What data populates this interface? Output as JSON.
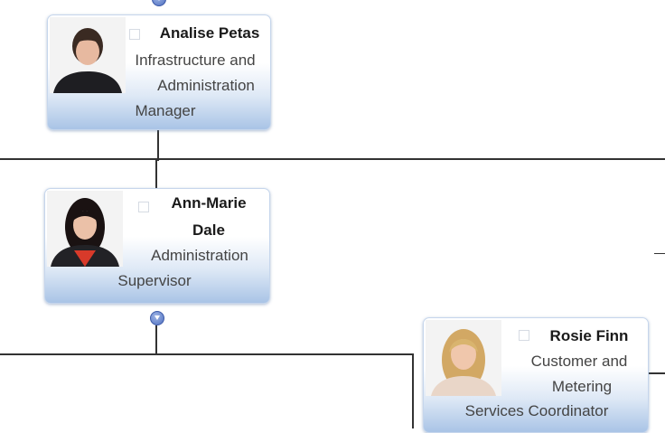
{
  "people": [
    {
      "name": "Analise Petas",
      "title_lines": [
        "Infrastructure and",
        "Administration",
        "Manager"
      ]
    },
    {
      "name_lines": [
        "Ann-Marie",
        "Dale"
      ],
      "title_lines": [
        "Administration",
        "Supervisor"
      ]
    },
    {
      "name": "Rosie Finn",
      "title_lines": [
        "Customer and",
        "Metering",
        "Services Coordinator"
      ]
    }
  ],
  "colors": {
    "connector": "#333333",
    "card_gradient_bottom": "#a9c4e6",
    "expand_button": "#4f6fc0"
  },
  "icons": [
    "expand-down-icon",
    "checkbox-icon",
    "person-photo"
  ]
}
